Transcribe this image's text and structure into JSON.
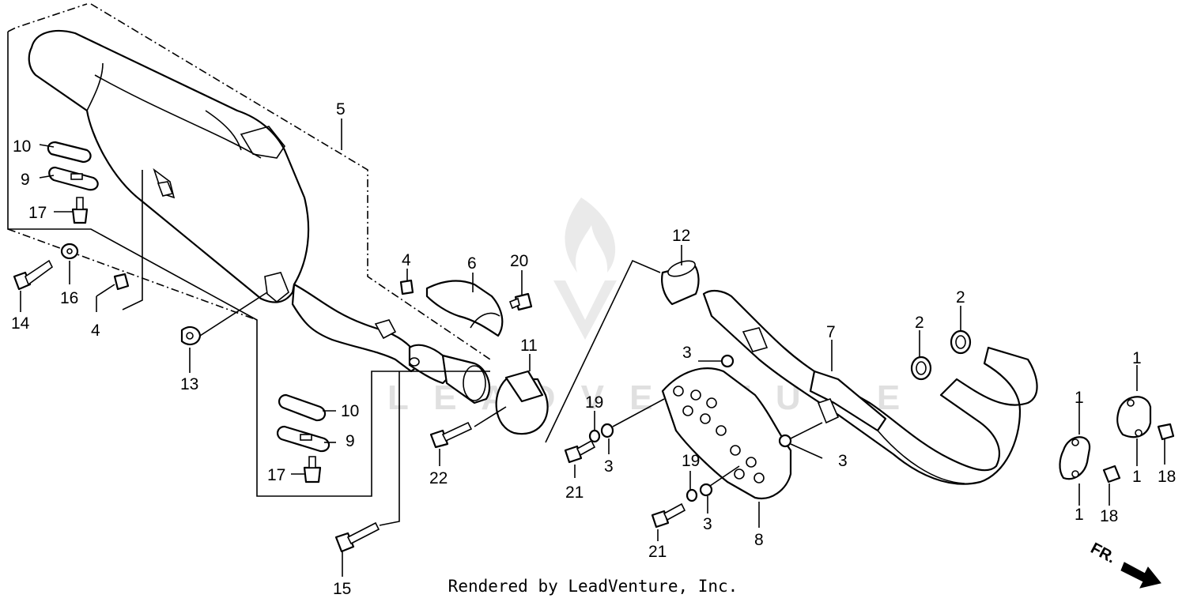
{
  "footer": "Rendered by LeadVenture, Inc.",
  "watermark": "LEADVENTURE",
  "direction_label": "FR.",
  "callouts": {
    "c1a": "1",
    "c1b": "1",
    "c1c": "1",
    "c1d": "1",
    "c2a": "2",
    "c2b": "2",
    "c3a": "3",
    "c3b": "3",
    "c3c": "3",
    "c3d": "3",
    "c4a": "4",
    "c4b": "4",
    "c5": "5",
    "c6": "6",
    "c7": "7",
    "c8": "8",
    "c9a": "9",
    "c9b": "9",
    "c10a": "10",
    "c10b": "10",
    "c11": "11",
    "c12": "12",
    "c13": "13",
    "c14": "14",
    "c15": "15",
    "c16": "16",
    "c17a": "17",
    "c17b": "17",
    "c18a": "18",
    "c18b": "18",
    "c19a": "19",
    "c19b": "19",
    "c20": "20",
    "c21a": "21",
    "c21b": "21",
    "c22": "22"
  }
}
